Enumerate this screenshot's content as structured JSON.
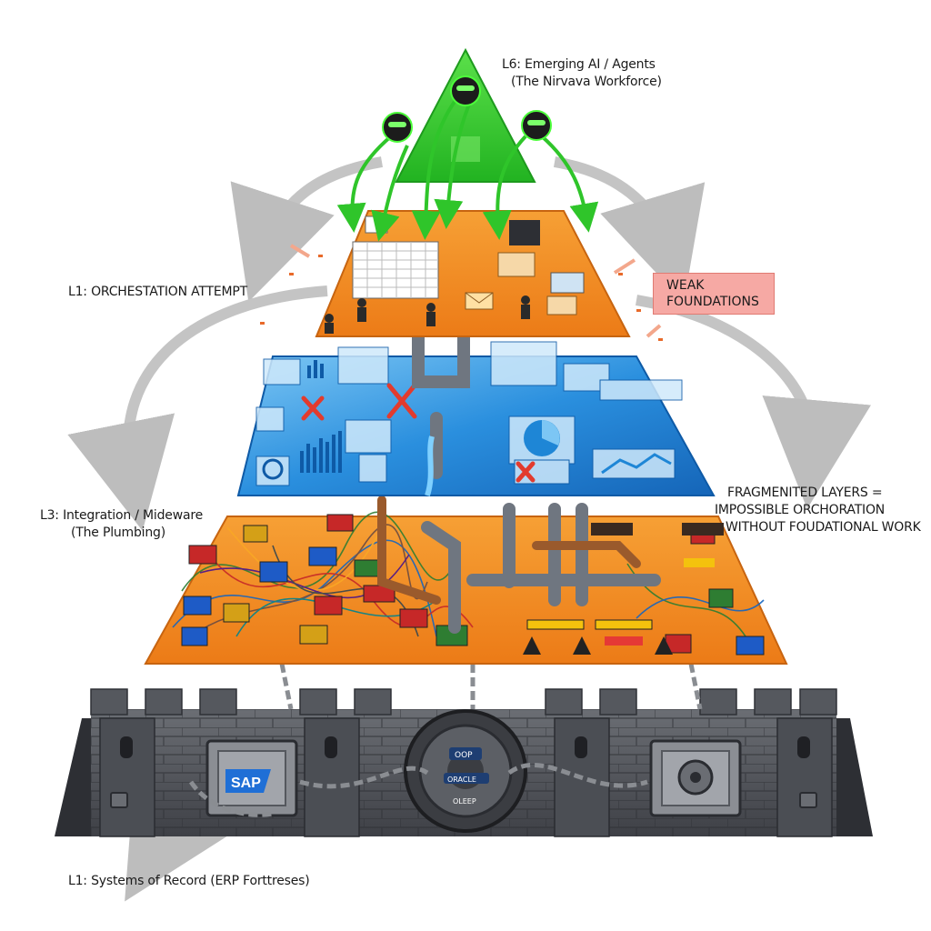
{
  "labels": {
    "l6_line1": "L6: Emerging AI / Agents",
    "l6_line2": "(The Nirvava Workforce)",
    "orchestration": "L1: ORCHESTATION ATTEMPT",
    "weak_line1": "WEAK",
    "weak_line2": "FOUNDATIONS",
    "l3_line1": "L3: Integration / Mideware",
    "l3_line2": "(The Plumbing)",
    "frag_line1": "FRAGMENITED LAYERS =",
    "frag_line2": "IMPOSSIBLE ORCHORATION",
    "frag_line3": "WITHOUT FOUDATIONAL WORK",
    "l1_systems": "L1: Systems of Record (ERP Forttreses)"
  },
  "icons": {
    "sap_logo": "SAP",
    "vault_label_1": "OOP",
    "vault_label_2": "ORACLE",
    "vault_label_3": "OLEEP"
  },
  "colors": {
    "agent_green": "#3ccf2e",
    "orchestration_orange": "#f08a24",
    "middle_blue": "#1e86d6",
    "plumbing_orange": "#f28a21",
    "fortress_gray": "#5a5d63",
    "arrow_gray": "#bdbdbd",
    "warning_red": "#e23b2e",
    "callout_pink": "#f6a9a4"
  }
}
